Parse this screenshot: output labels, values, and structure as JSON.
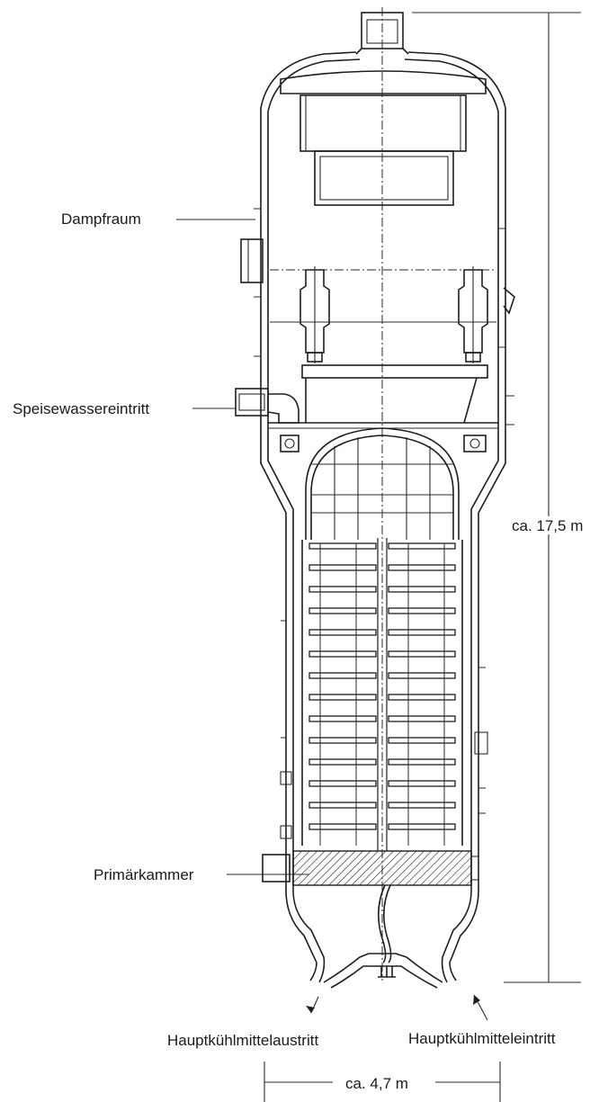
{
  "labels": {
    "steam_space": "Dampfraum",
    "feedwater_inlet": "Speisewassereintritt",
    "primary_chamber": "Primärkammer",
    "coolant_outlet": "Hauptkühlmittelaustritt",
    "coolant_inlet": "Hauptkühlmitteleintritt",
    "height": "ca. 17,5 m",
    "width": "ca. 4,7 m"
  },
  "colors": {
    "line": "#1e1e1e",
    "text": "#1a1a1a",
    "background": "#ffffff"
  },
  "tube_bundle": {
    "support_plates": 14
  }
}
